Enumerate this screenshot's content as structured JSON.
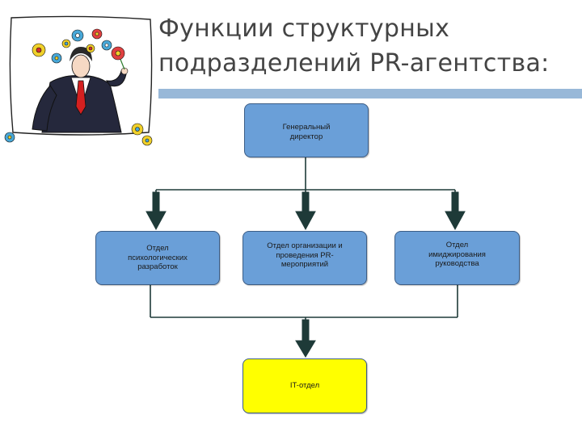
{
  "slide": {
    "title_lines": [
      "Функции структурных",
      "подразделений PR-агентства:"
    ]
  },
  "colors": {
    "box_blue": "#6a9fd8",
    "box_yellow": "#ffff00",
    "box_border": "#3c5d86",
    "connector": "#1e3a38",
    "title_rule": "#98b8d8"
  },
  "org_chart": {
    "general_director": "Генеральный\nдиректор",
    "departments": [
      "Отдел\nпсихологических\nразработок",
      "Отдел организации и\nпроведения PR-\nмероприятий",
      "Отдел\nимиджирования\nруководства"
    ],
    "it_department": "IT-отдел"
  }
}
